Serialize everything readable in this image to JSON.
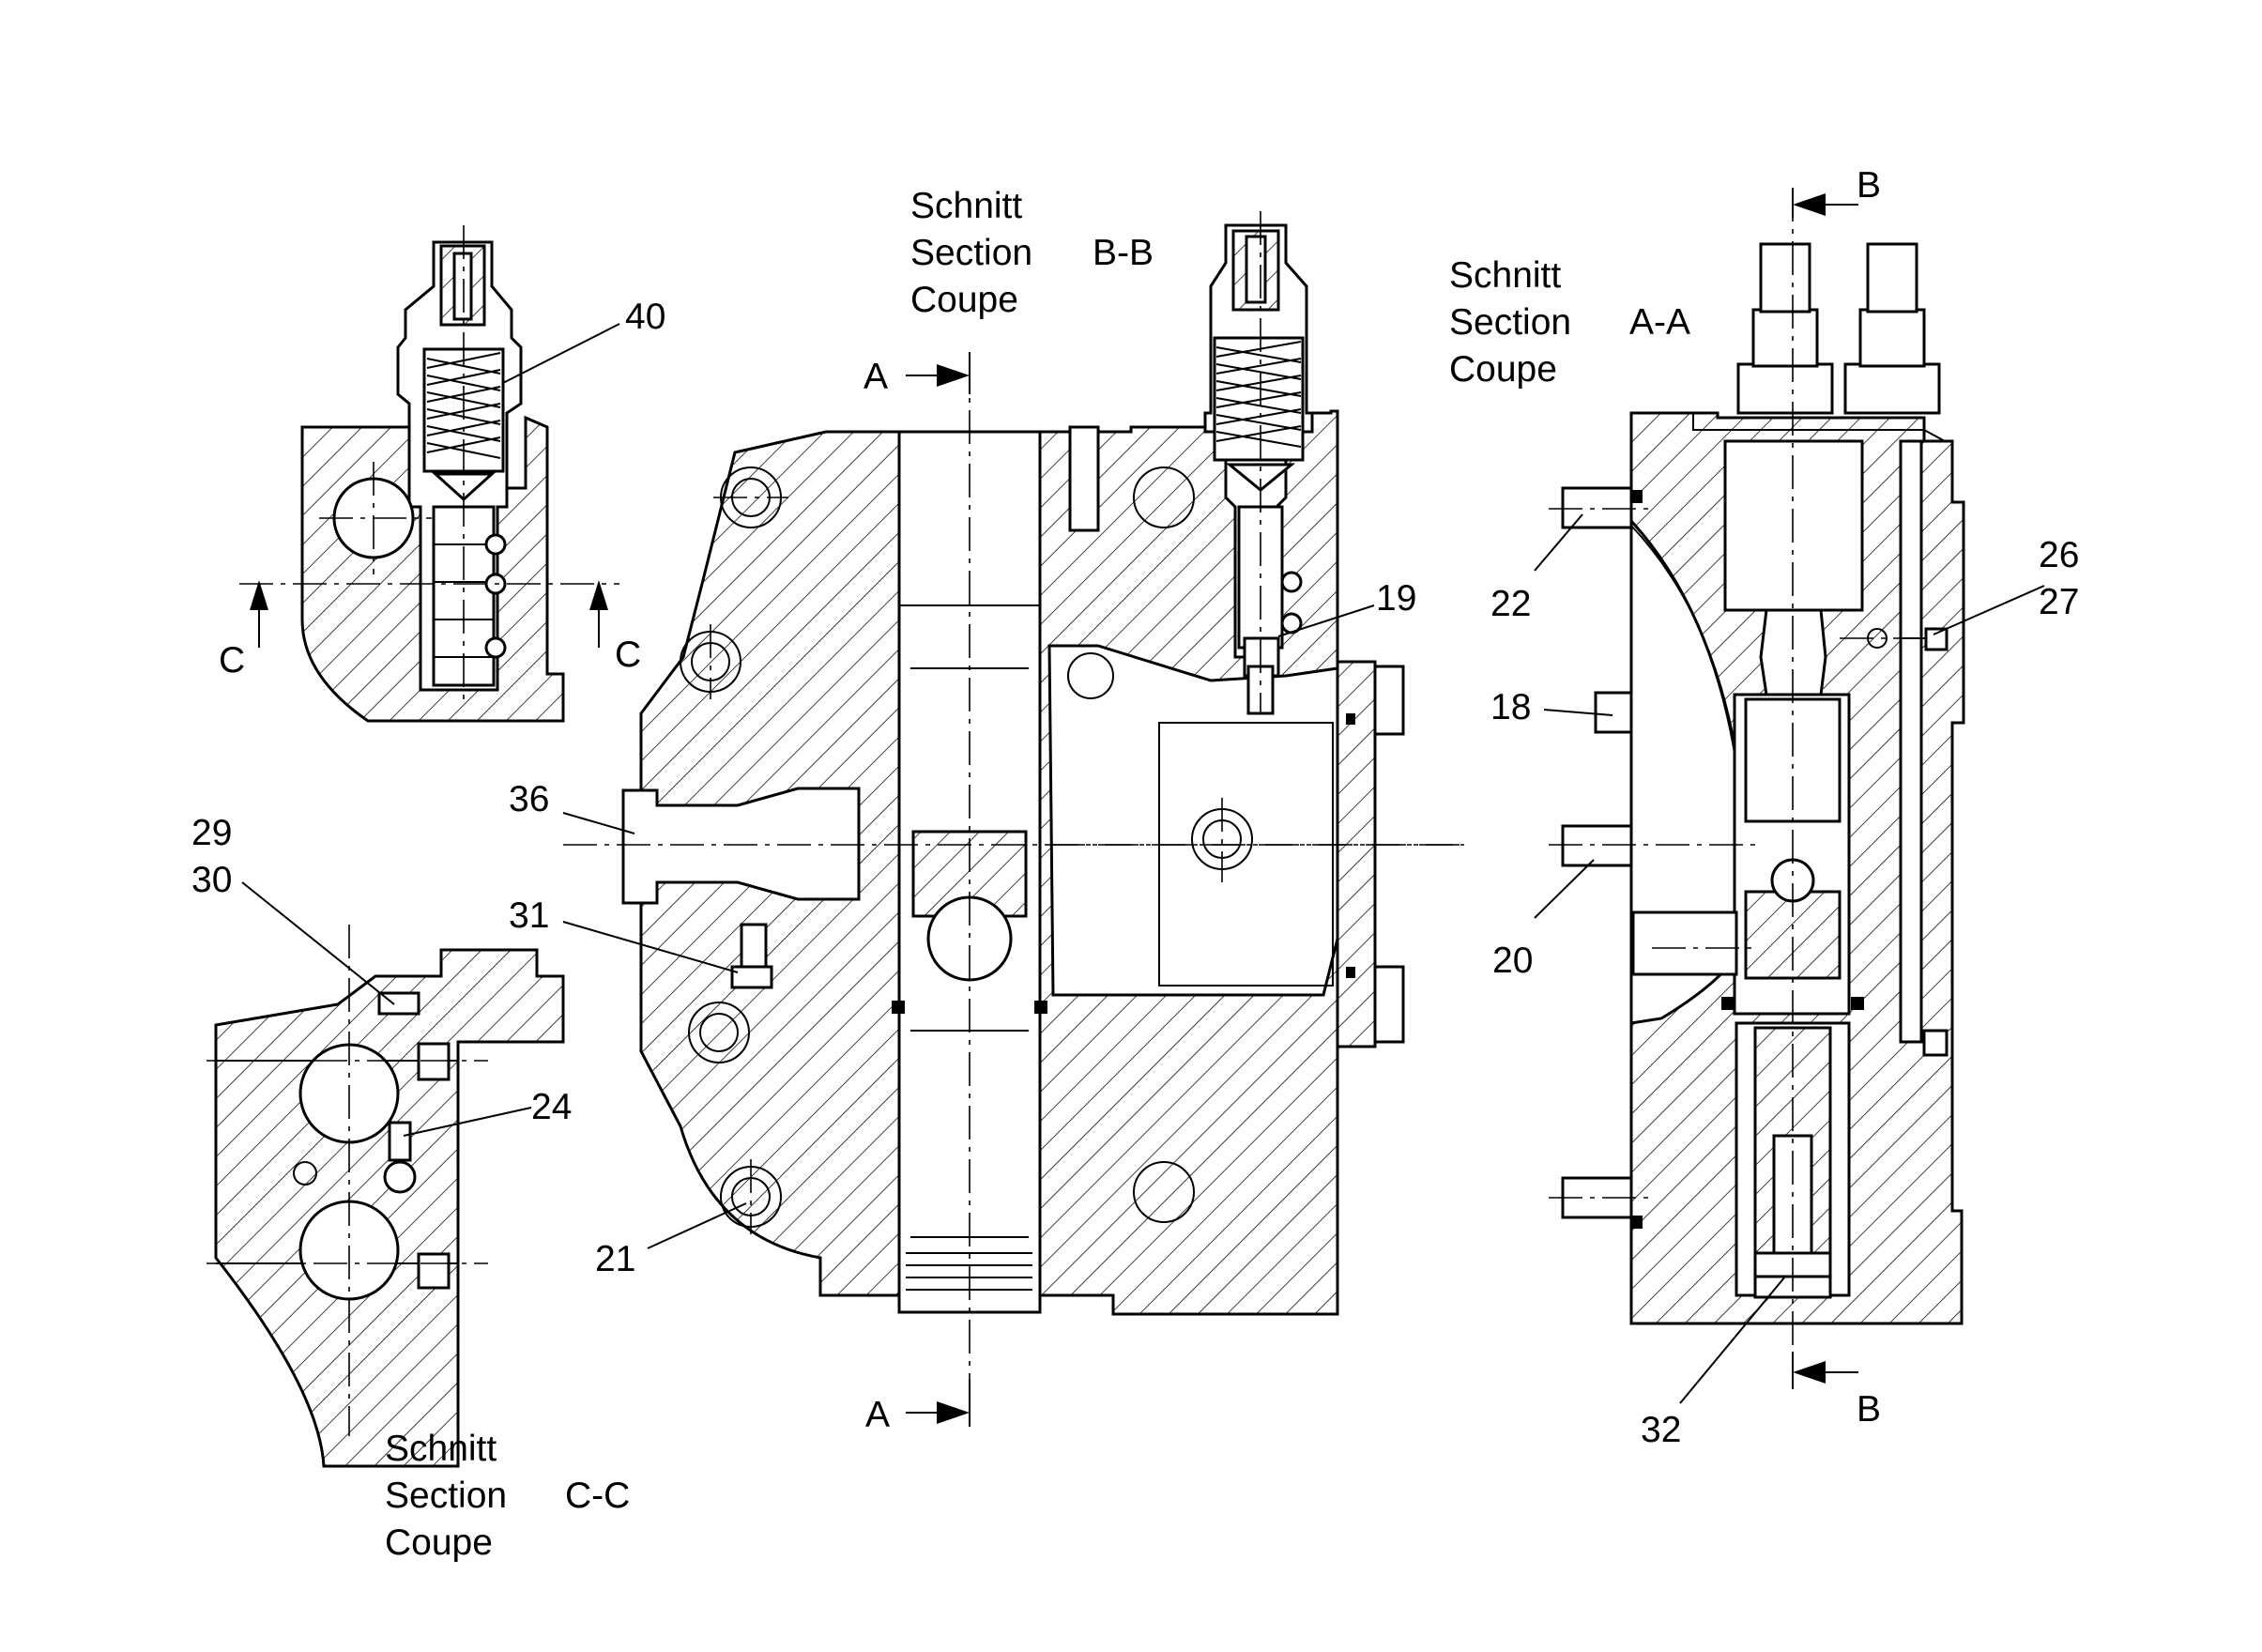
{
  "colors": {
    "line": "#000000",
    "background": "#ffffff"
  },
  "sections": {
    "bb": {
      "line1": "Schnitt",
      "line2": "Section",
      "line3": "Coupe",
      "id": "B-B"
    },
    "aa": {
      "line1": "Schnitt",
      "line2": "Section",
      "line3": "Coupe",
      "id": "A-A"
    },
    "cc": {
      "line1": "Schnitt",
      "line2": "Section",
      "line3": "Coupe",
      "id": "C-C"
    }
  },
  "cut_markers": {
    "a_top": "A",
    "a_bottom": "A",
    "b_top": "B",
    "b_bottom": "B",
    "c_left": "C",
    "c_right": "C"
  },
  "callouts": {
    "c40": "40",
    "c29": "29",
    "c30": "30",
    "c24": "24",
    "c36": "36",
    "c31": "31",
    "c21": "21",
    "c19": "19",
    "c22": "22",
    "c18": "18",
    "c20": "20",
    "c26": "26",
    "c27": "27",
    "c32": "32"
  }
}
